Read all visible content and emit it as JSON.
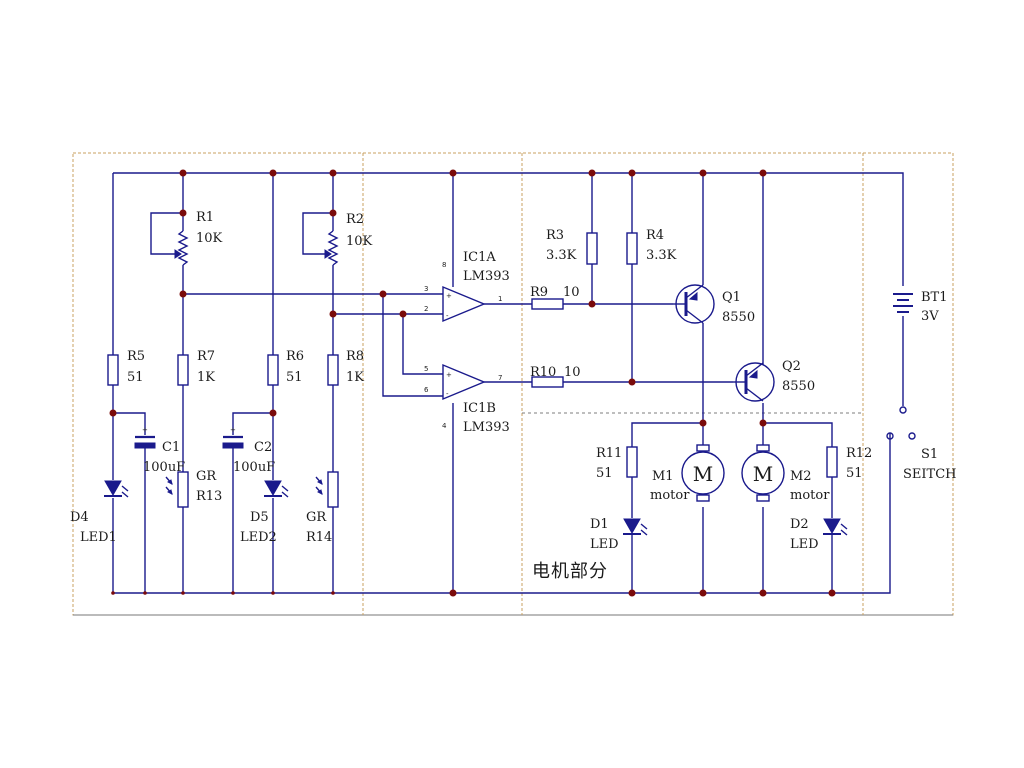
{
  "components": {
    "r1": {
      "ref": "R1",
      "value": "10K"
    },
    "r2": {
      "ref": "R2",
      "value": "10K"
    },
    "r3": {
      "ref": "R3",
      "value": "3.3K"
    },
    "r4": {
      "ref": "R4",
      "value": "3.3K"
    },
    "r5": {
      "ref": "R5",
      "value": "51"
    },
    "r6": {
      "ref": "R6",
      "value": "51"
    },
    "r7": {
      "ref": "R7",
      "value": "1K"
    },
    "r8": {
      "ref": "R8",
      "value": "1K"
    },
    "r9": {
      "ref": "R9",
      "value": "10"
    },
    "r10": {
      "ref": "R10",
      "value": "10"
    },
    "r11": {
      "ref": "R11",
      "value": "51"
    },
    "r12": {
      "ref": "R12",
      "value": "51"
    },
    "r13": {
      "ref": "R13",
      "type": "GR"
    },
    "r14": {
      "ref": "R14",
      "type": "GR"
    },
    "c1": {
      "ref": "C1",
      "value": "100uF"
    },
    "c2": {
      "ref": "C2",
      "value": "100uF"
    },
    "d1": {
      "ref": "D1",
      "value": "LED"
    },
    "d2": {
      "ref": "D2",
      "value": "LED"
    },
    "d4": {
      "ref": "D4",
      "value": "LED1"
    },
    "d5": {
      "ref": "D5",
      "value": "LED2"
    },
    "ic1a": {
      "ref": "IC1A",
      "value": "LM393"
    },
    "ic1b": {
      "ref": "IC1B",
      "value": "LM393"
    },
    "q1": {
      "ref": "Q1",
      "value": "8550"
    },
    "q2": {
      "ref": "Q2",
      "value": "8550"
    },
    "m1": {
      "ref": "M1",
      "value": "motor",
      "glyph": "M"
    },
    "m2": {
      "ref": "M2",
      "value": "motor",
      "glyph": "M"
    },
    "bt1": {
      "ref": "BT1",
      "value": "3V"
    },
    "s1": {
      "ref": "S1",
      "value": "SEITCH"
    }
  },
  "pins": {
    "ic1a_plus": "+",
    "ic1a_minus": "-",
    "ic1a_vcc": "8",
    "ic1a_in_plus": "3",
    "ic1a_in_minus": "2",
    "ic1a_out": "1",
    "ic1b_plus": "+",
    "ic1b_minus": "-",
    "ic1b_gnd": "4",
    "ic1b_in_plus": "5",
    "ic1b_in_minus": "6",
    "ic1b_out": "7",
    "c1_polarity": "+",
    "c2_polarity": "+"
  },
  "sections": {
    "motor_section_label": "电机部分"
  },
  "colors": {
    "wire": "#1a1a8c",
    "junction": "#7a0b0b",
    "frame_fill": "#fdfbe1",
    "frame_border": "#c8a060"
  }
}
